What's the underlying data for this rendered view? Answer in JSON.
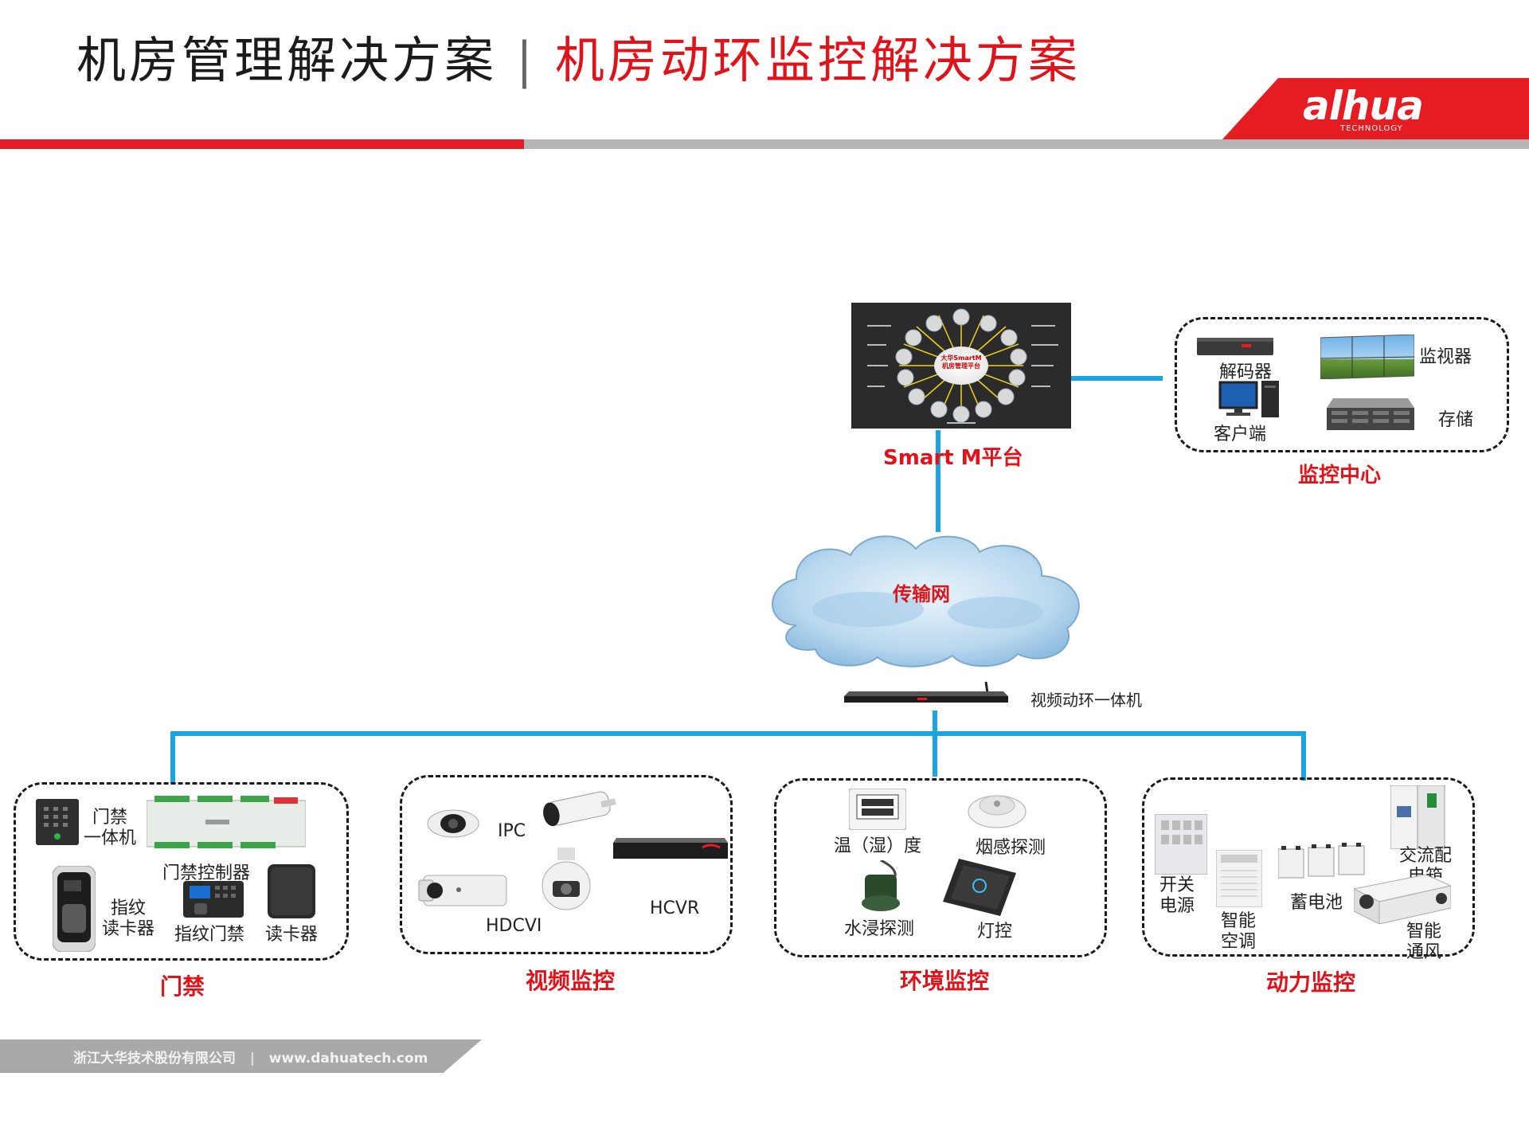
{
  "header": {
    "title_left": "机房管理解决方案",
    "separator": "|",
    "title_right": "机房动环监控解决方案",
    "logo": "alhua",
    "logo_sub": "TECHNOLOGY"
  },
  "colors": {
    "accent": "#e51d22",
    "line": "#1aa5e0",
    "divider": "#b5b5b5"
  },
  "platform": {
    "label": "Smart  M平台",
    "center_text_1": "大华SmartM",
    "center_text_2": "机房管理平台"
  },
  "monitoring_center": {
    "title": "监控中心",
    "items": [
      "解码器",
      "监视器",
      "客户端",
      "存储"
    ]
  },
  "network": {
    "label": "传输网"
  },
  "hub": {
    "label": "视频动环一体机"
  },
  "sections": [
    {
      "title": "门禁",
      "items": [
        "门禁\n一体机",
        "门禁控制器",
        "指纹\n读卡器",
        "指纹门禁",
        "读卡器"
      ]
    },
    {
      "title": "视频监控",
      "items": [
        "IPC",
        "HDCVI",
        "HCVR"
      ]
    },
    {
      "title": "环境监控",
      "items": [
        "温（湿）度",
        "烟感探测",
        "水浸探测",
        "灯控"
      ]
    },
    {
      "title": "动力监控",
      "items": [
        "开关\n电源",
        "智能\n空调",
        "蓄电池",
        "交流配\n电箱",
        "智能\n通风"
      ]
    }
  ],
  "footer": {
    "company": "浙江大华技术股份有限公司",
    "separator": "|",
    "website": "www.dahuatech.com"
  }
}
